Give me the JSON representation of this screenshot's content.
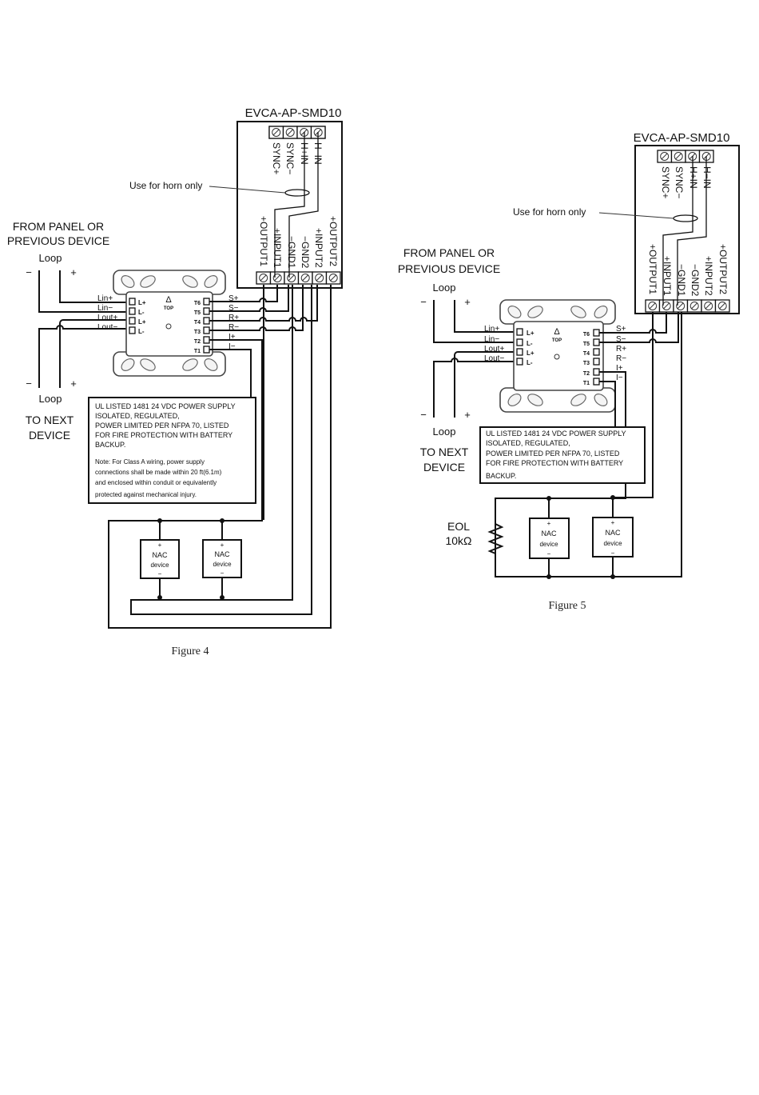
{
  "figures": [
    {
      "id": "figure-4",
      "caption": "Figure 4",
      "module": {
        "title": "EVCA-AP-SMD10",
        "top_terminals": [
          "SYNC+",
          "SYNC−",
          "H+IN",
          "H−IN"
        ],
        "bottom_terminals": [
          "+OUTPUT1",
          "+INPUT1",
          "−GND1",
          "−GND2",
          "+INPUT2",
          "+OUTPUT2"
        ]
      },
      "horn_note": "Use for horn only",
      "from_label": [
        "FROM PANEL OR",
        "PREVIOUS DEVICE"
      ],
      "loop_top": {
        "label": "Loop",
        "minus": "−",
        "plus": "+"
      },
      "loop_bottom": {
        "label": "Loop",
        "minus": "−",
        "plus": "+"
      },
      "to_label": [
        "TO NEXT",
        "DEVICE"
      ],
      "base": {
        "left_wires": [
          "Lin+",
          "Lin−",
          "Lout+",
          "Lout−"
        ],
        "left_pins": [
          "L+",
          "L-",
          "L+",
          "L-"
        ],
        "right_pins": [
          "T6",
          "T5",
          "T4",
          "T3",
          "T2",
          "T1"
        ],
        "right_wires": [
          "S+",
          "S−",
          "R+",
          "R−",
          "I+",
          "I−"
        ],
        "top_mark": "Δ",
        "top_label": "TOP"
      },
      "psu_note": [
        "UL LISTED 1481 24 VDC POWER SUPPLY",
        "ISOLATED, REGULATED,",
        "POWER LIMITED PER NFPA 70, LISTED",
        "FOR FIRE PROTECTION WITH BATTERY",
        "BACKUP."
      ],
      "class_a_note": [
        "Note: For Class A wiring, power supply",
        "connections shall be made within 20 ft(6.1m)",
        "and enclosed within conduit or equivalently",
        "protected against mechanical injury."
      ],
      "nac_devices": [
        {
          "plus": "+",
          "line1": "NAC",
          "line2": "device",
          "minus": "−"
        },
        {
          "plus": "+",
          "line1": "NAC",
          "line2": "device",
          "minus": "−"
        }
      ]
    },
    {
      "id": "figure-5",
      "caption": "Figure 5",
      "module": {
        "title": "EVCA-AP-SMD10",
        "top_terminals": [
          "SYNC+",
          "SYNC−",
          "H+IN",
          "H−IN"
        ],
        "bottom_terminals": [
          "+OUTPUT1",
          "+INPUT1",
          "−GND1",
          "−GND2",
          "+INPUT2",
          "+OUTPUT2"
        ]
      },
      "horn_note": "Use for horn only",
      "from_label": [
        "FROM PANEL OR",
        "PREVIOUS DEVICE"
      ],
      "loop_top": {
        "label": "Loop",
        "minus": "−",
        "plus": "+"
      },
      "loop_bottom": {
        "label": "Loop",
        "minus": "−",
        "plus": "+"
      },
      "to_label": [
        "TO NEXT",
        "DEVICE"
      ],
      "base": {
        "left_wires": [
          "Lin+",
          "Lin−",
          "Lout+",
          "Lout−"
        ],
        "left_pins": [
          "L+",
          "L-",
          "L+",
          "L-"
        ],
        "right_pins": [
          "T6",
          "T5",
          "T4",
          "T3",
          "T2",
          "T1"
        ],
        "right_wires": [
          "S+",
          "S−",
          "R+",
          "R−",
          "I+",
          "I−"
        ],
        "top_mark": "Δ",
        "top_label": "TOP"
      },
      "psu_note": [
        "UL LISTED 1481 24 VDC POWER SUPPLY",
        "ISOLATED, REGULATED,",
        "POWER LIMITED PER NFPA 70, LISTED",
        "FOR FIRE PROTECTION WITH BATTERY",
        "BACKUP."
      ],
      "eol": {
        "line1": "EOL",
        "line2": "10kΩ"
      },
      "nac_devices": [
        {
          "plus": "+",
          "line1": "NAC",
          "line2": "device",
          "minus": "−"
        },
        {
          "plus": "+",
          "line1": "NAC",
          "line2": "device",
          "minus": "−"
        }
      ]
    }
  ]
}
